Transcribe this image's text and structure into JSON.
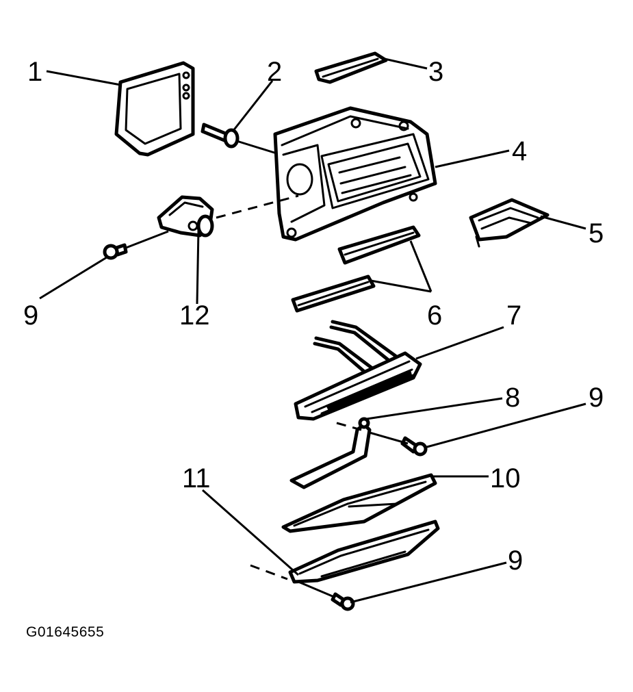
{
  "callouts": {
    "c1": "1",
    "c2": "2",
    "c3": "3",
    "c4": "4",
    "c5": "5",
    "c6": "6",
    "c7": "7",
    "c8": "8",
    "c9a": "9",
    "c9b": "9",
    "c9c": "9",
    "c10": "10",
    "c11": "11",
    "c12": "12"
  },
  "figure_code": "G01645655"
}
